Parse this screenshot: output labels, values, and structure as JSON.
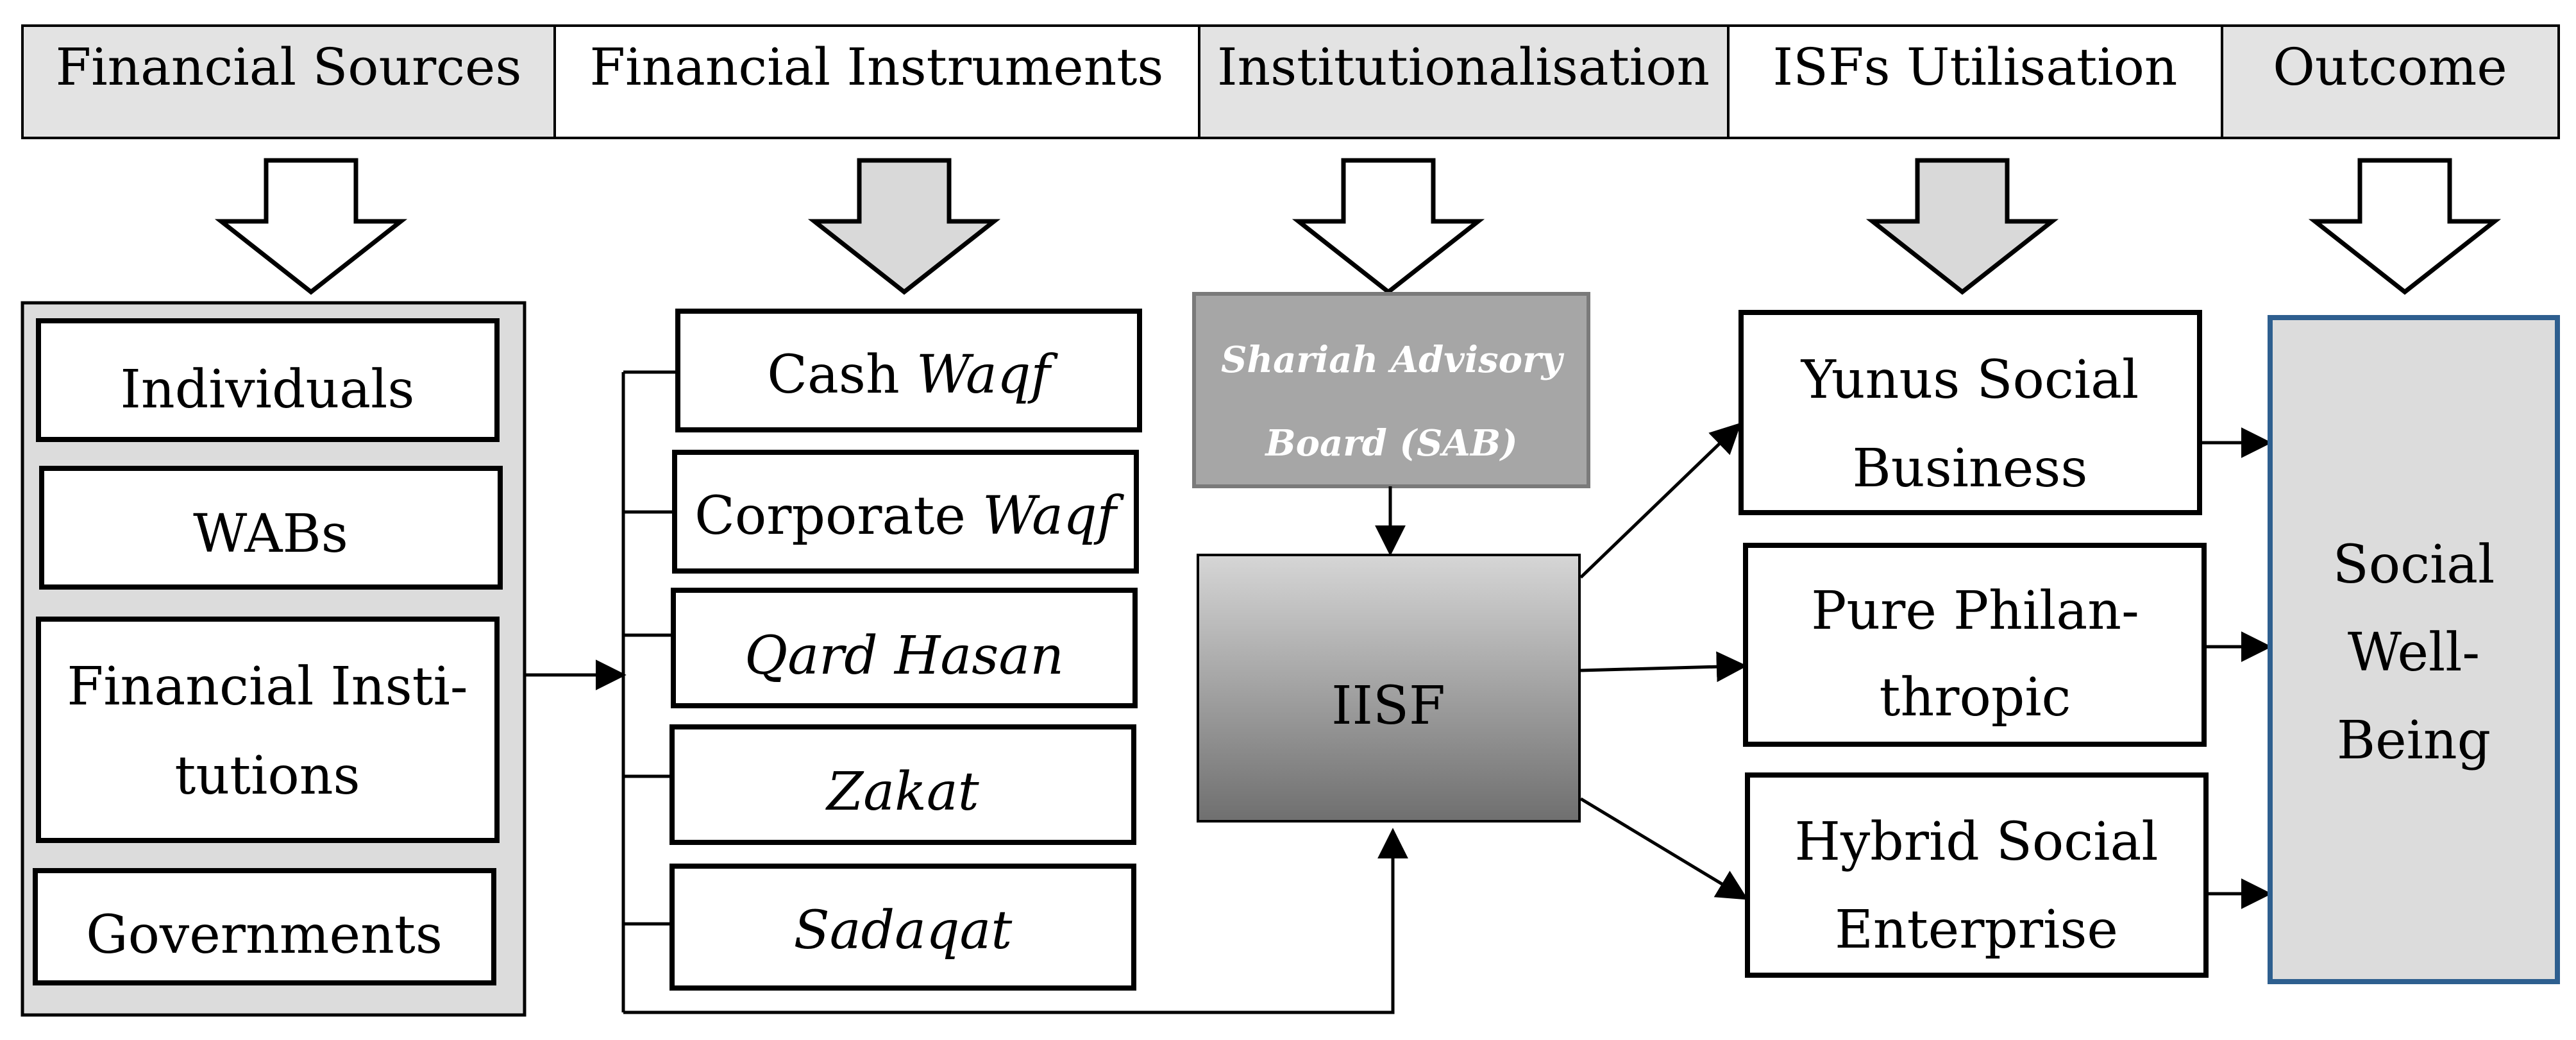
{
  "colors": {
    "header_gray": "#e3e3e3",
    "panel_gray": "#dcdcdc",
    "arrow_gray": "#d9d9d9",
    "sab_gray": "#a6a6a6",
    "iisf_top": "#d6d6d6",
    "iisf_bottom": "#6f6f6f",
    "outcome_border": "#2e5f8f"
  },
  "headers": {
    "financial_sources": "Financial Sources",
    "financial_instruments": "Financial Instruments",
    "institutionalisation": "Institutionalisation",
    "isfs_utilisation": "ISFs Utilisation",
    "outcome": "Outcome"
  },
  "sources": {
    "individuals": "Individuals",
    "wabs": "WABs",
    "fin_inst_line1": "Financial Insti-",
    "fin_inst_line2": "tutions",
    "governments": "Governments"
  },
  "instruments": {
    "cash": "Cash ",
    "corporate": "Corporate ",
    "waqf": "Waqf",
    "qard_hasan": "Qard Hasan",
    "zakat": "Zakat",
    "sadaqat": "Sadaqat"
  },
  "institution": {
    "sab_line1": "Shariah Advisory",
    "sab_line2": "Board (SAB)",
    "iisf": "IISF"
  },
  "utilisation": {
    "yunus_line1": "Yunus Social",
    "yunus_line2": "Business",
    "pure_line1": "Pure Philan-",
    "pure_line2": "thropic",
    "hybrid_line1": "Hybrid Social",
    "hybrid_line2": "Enterprise"
  },
  "outcome": {
    "line1": "Social",
    "line2": "Well-",
    "line3": "Being"
  }
}
